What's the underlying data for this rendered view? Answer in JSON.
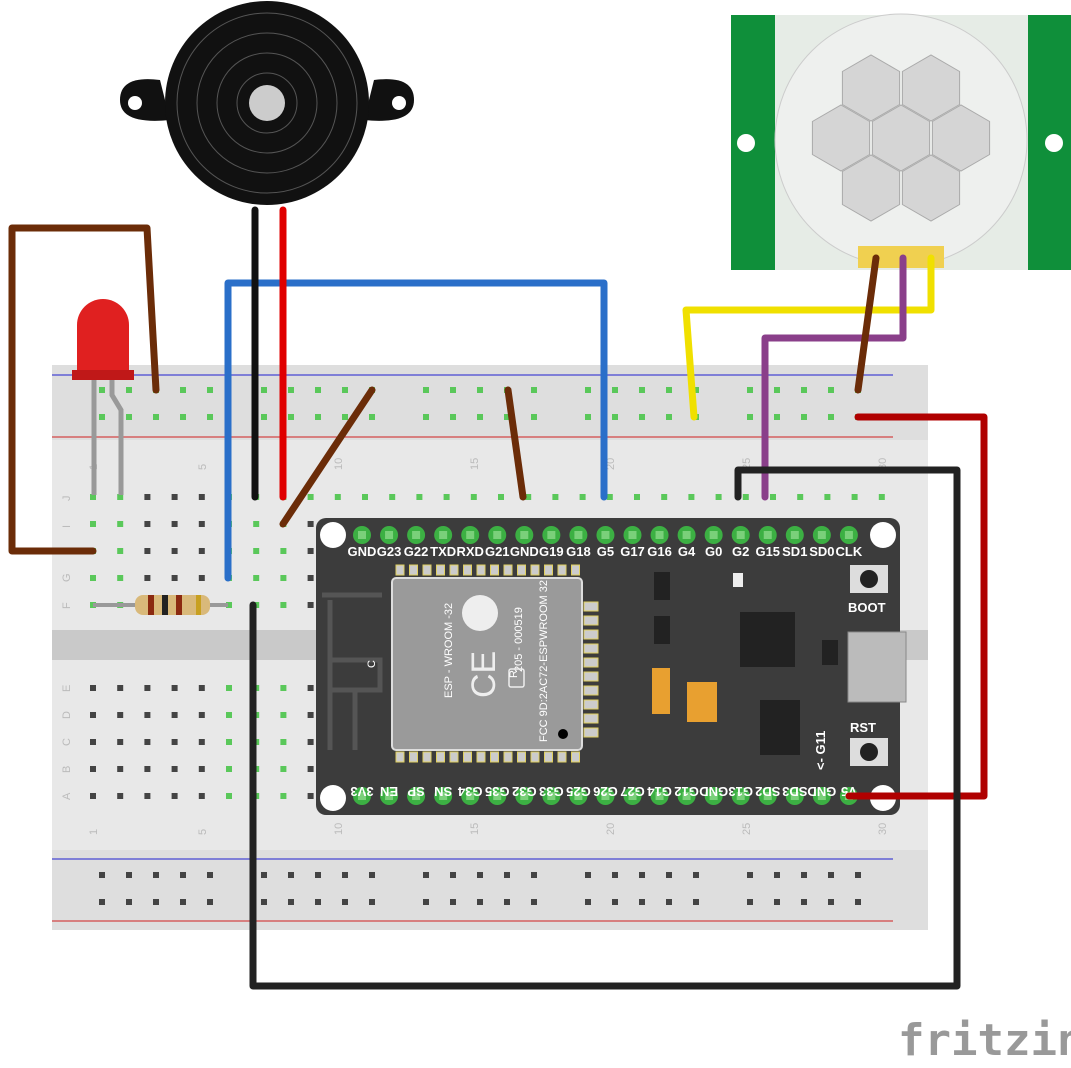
{
  "esp32": {
    "top_pins": [
      "GND",
      "G23",
      "G22",
      "TXD",
      "RXD",
      "G21",
      "GND",
      "G19",
      "G18",
      "G5",
      "G17",
      "G16",
      "G4",
      "G0",
      "G2",
      "G15",
      "SD1",
      "SD0",
      "CLK"
    ],
    "bottom_pins": [
      "3V3",
      "EN",
      "SP",
      "SN",
      "G34",
      "G35",
      "G32",
      "G33",
      "G25",
      "G26",
      "G27",
      "G14",
      "G12",
      "GND",
      "G13",
      "SD2",
      "SD3",
      "GND",
      "V5"
    ],
    "module_text": [
      "ESP - WROOM -32",
      "205 - 000519",
      "FCC 9D:2AC72-ESPWROOM 32",
      "R"
    ],
    "boot_label": "BOOT",
    "rst_label": "RST",
    "g11_label": "<- G11",
    "c_label": "C"
  },
  "breadboard": {
    "row_letters_top": [
      "J",
      "I",
      "H",
      "G",
      "F"
    ],
    "row_letters_bottom": [
      "E",
      "D",
      "C",
      "B",
      "A"
    ],
    "column_numbers": [
      "1",
      "5",
      "10",
      "15",
      "20",
      "25",
      "30"
    ]
  },
  "logo": "fritzing",
  "colors": {
    "board": "#3c3c3c",
    "pir_green": "#0f8f3a",
    "wire_blue": "#2a6fc9",
    "wire_brown": "#7a3a10",
    "wire_red": "#c00000",
    "wire_yellow": "#f0e000",
    "wire_purple": "#8a3f8a",
    "breadboard": "#dcdcdc"
  }
}
